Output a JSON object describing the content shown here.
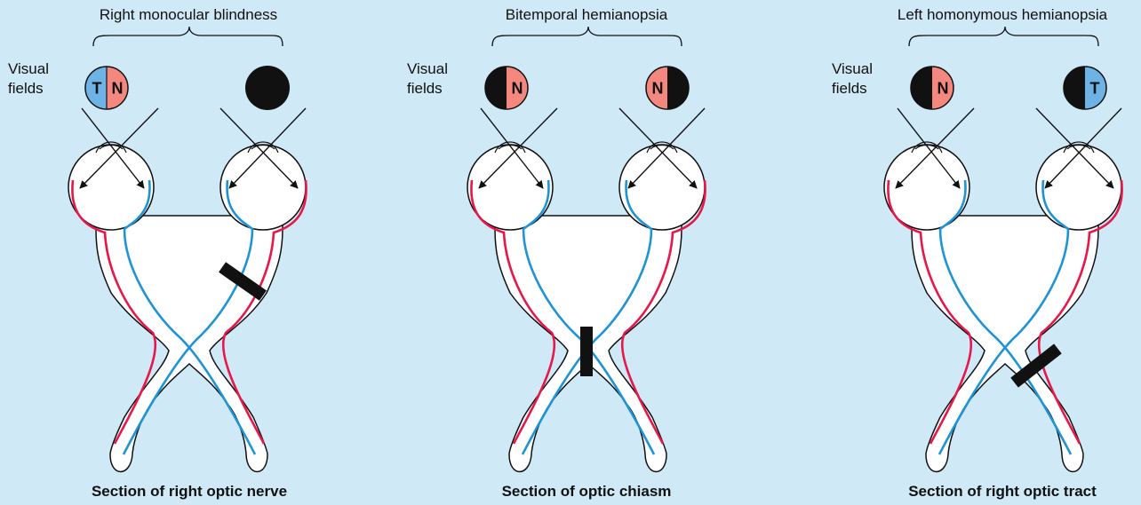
{
  "panels": [
    {
      "title": "Right monocular blindness",
      "caption": "Section of right optic nerve",
      "visual_fields_label": "Visual fields",
      "left_field_letters": [
        "T",
        "N"
      ],
      "right_field_letters": []
    },
    {
      "title": "Bitemporal hemianopsia",
      "caption": "Section of optic chiasm",
      "visual_fields_label": "Visual fields",
      "left_field_letters": [
        "N"
      ],
      "right_field_letters": [
        "N"
      ]
    },
    {
      "title": "Left homonymous hemianopsia",
      "caption": "Section of right optic tract",
      "visual_fields_label": "Visual fields",
      "left_field_letters": [
        "N"
      ],
      "right_field_letters": [
        "T"
      ]
    }
  ],
  "colors": {
    "background": "#cfe9f7",
    "nasal_pathway": "#e8174a",
    "temporal_pathway": "#1e94d6",
    "nasal_field": "#f4877e",
    "temporal_field": "#6db3e6",
    "blind": "#111111"
  }
}
